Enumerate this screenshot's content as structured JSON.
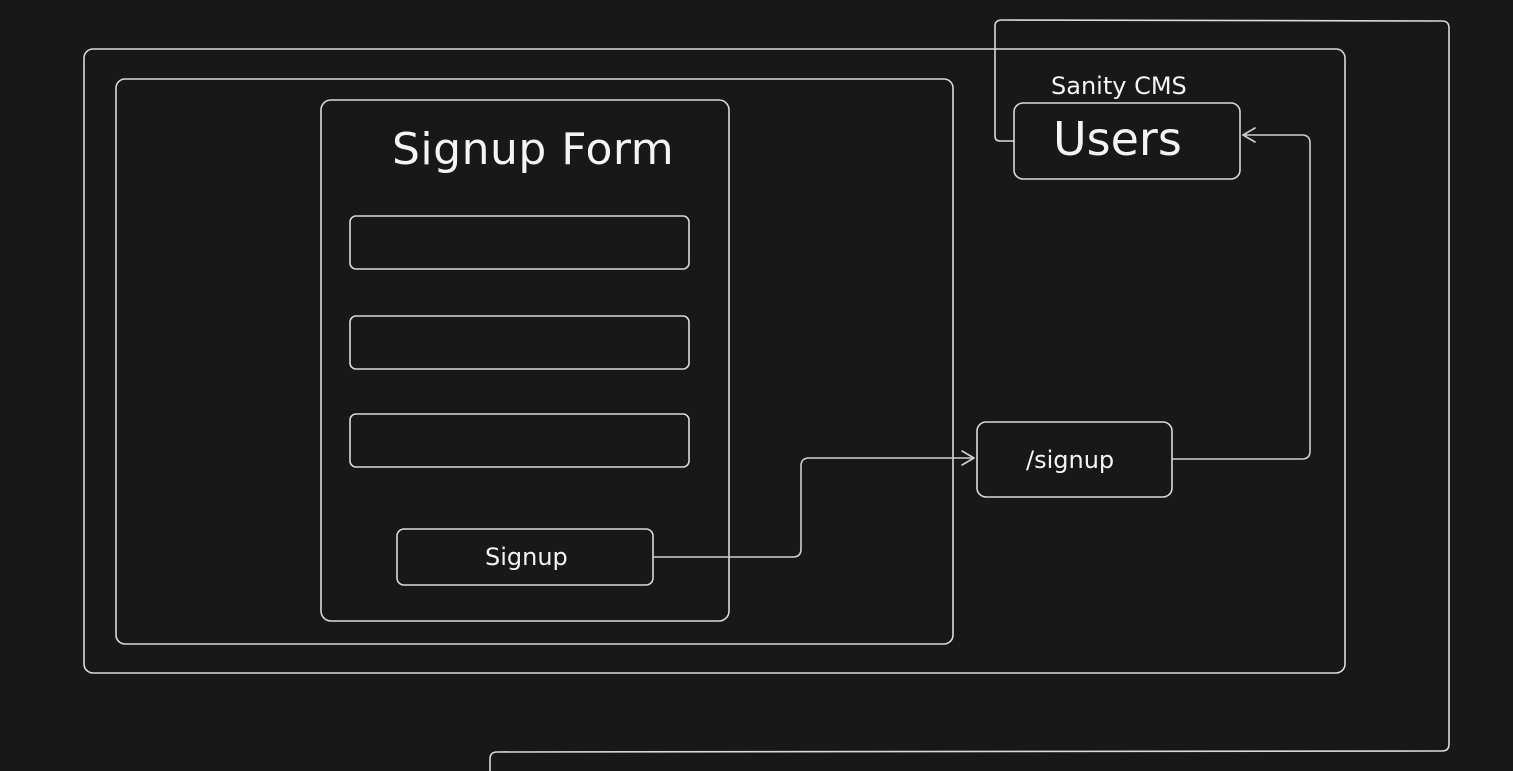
{
  "diagram": {
    "form": {
      "title": "Signup Form",
      "fields": [
        {
          "value": ""
        },
        {
          "value": ""
        },
        {
          "value": ""
        }
      ],
      "submit_label": "Signup"
    },
    "endpoint": {
      "label": "/signup"
    },
    "cms": {
      "label": "Sanity CMS",
      "collection_label": "Users"
    }
  },
  "colors": {
    "background": "#181818",
    "stroke": "#d9d9d9",
    "text": "#f4f4f4"
  }
}
